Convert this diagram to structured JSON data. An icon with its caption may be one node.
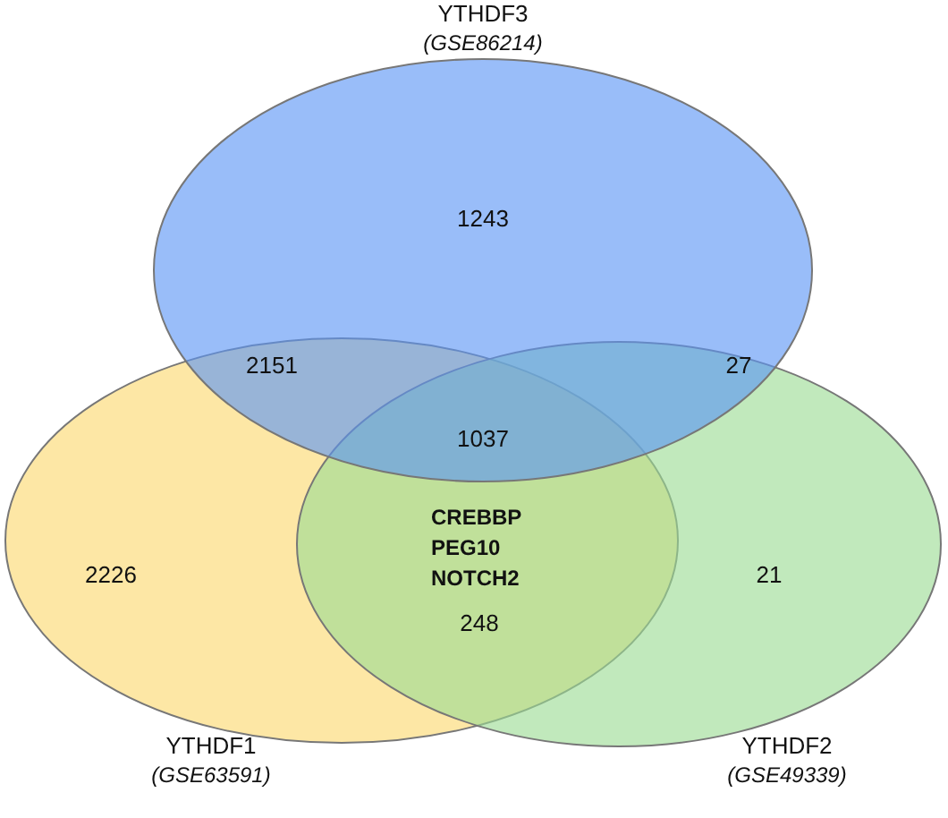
{
  "diagram": {
    "nodes": [
      {
        "text": [
          "YTHDF3",
          "(GSE86214)"
        ]
      },
      {
        "text": [
          "YTHDF1",
          "(GSE63591)"
        ]
      },
      {
        "text": [
          "YTHDF2",
          "(GSE49339)"
        ]
      }
    ],
    "labels": [
      "1243",
      "2151",
      "27",
      "1037",
      "CREBBP",
      "PEG10",
      "NOTCH2",
      "2226",
      "21",
      "248"
    ]
  }
}
